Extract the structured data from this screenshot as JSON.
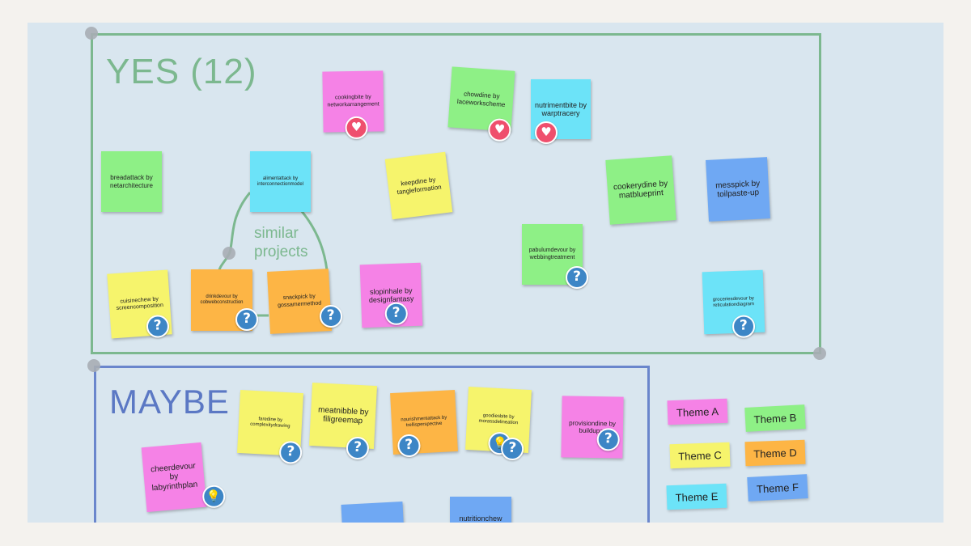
{
  "frames": {
    "yes_title": "YES (12)",
    "maybe_title": "MAYBE"
  },
  "connector_label": "similar\nprojects",
  "notes": {
    "cookingbite": "cookingbite by networkarrangement",
    "chowdine": "chowdine by laceworkscheme",
    "nutrimentbite": "nutrimentbite by warptracery",
    "breadattack": "breadattack by netarchitecture",
    "alimentattack": "alimentattack by interconnectionmodel",
    "keepdine": "keepdine by tangleformation",
    "cookerydine": "cookerydine by matblueprint",
    "messpick": "messpick by toilpaste-up",
    "pabulumdevour": "pabulumdevour by webbingtreatment",
    "cuisinechew": "cuisinechew by screencomposition",
    "drinkdevour": "drinkdevour by cobwebconstruction",
    "snackpick": "snackpick by gossamermethod",
    "slopinhale": "slopinhale by designfantasy",
    "groceriesdevour": "groceriesdevour by reticulationdiagram",
    "faredine": "faredine by complexitydrawing",
    "meatnibble": "meatnibble by filigreemap",
    "nourishmentattack": "nourishmentattack by trellisperspective",
    "goodiesbite": "goodiesbite by morassdelineation",
    "provisiondine": "provisiondine by buildupar",
    "cheerdevour": "cheerdevour by labyrinthplan",
    "nutritionchew": "nutritionchew",
    "partial_blue": ""
  },
  "badges": {
    "question": "?",
    "heart": "♥",
    "bulb": "💡"
  },
  "themes": {
    "a": "Theme A",
    "b": "Theme B",
    "c": "Theme C",
    "d": "Theme D",
    "e": "Theme E",
    "f": "Theme F"
  },
  "colors": {
    "pink": "#f582e6",
    "green": "#8ef086",
    "cyan": "#6ce3f8",
    "yellow": "#f6f46c",
    "orange": "#fdb545",
    "blue": "#6fa8f3",
    "yes_frame": "#7cb88f",
    "maybe_frame": "#6a86cc"
  }
}
